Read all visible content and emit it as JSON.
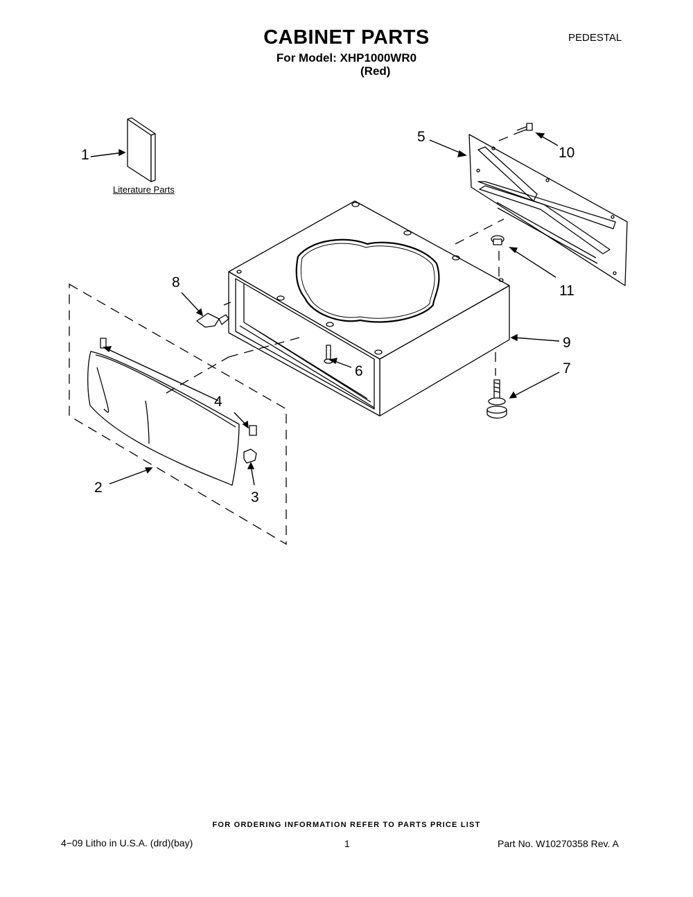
{
  "header": {
    "title": "CABINET PARTS",
    "model_line": "For Model: XHP1000WR0",
    "color_line": "(Red)",
    "category": "PEDESTAL"
  },
  "literature_label": "Literature Parts",
  "callouts": {
    "c1": "1",
    "c2": "2",
    "c3": "3",
    "c4": "4",
    "c5": "5",
    "c6": "6",
    "c7": "7",
    "c8": "8",
    "c9": "9",
    "c10": "10",
    "c11": "11"
  },
  "footer": {
    "ordering_note": "FOR ORDERING INFORMATION REFER TO PARTS PRICE LIST",
    "litho": "4−09 Litho in U.S.A. (drd)(bay)",
    "page": "1",
    "part_no": "Part No. W10270358 Rev. A"
  }
}
